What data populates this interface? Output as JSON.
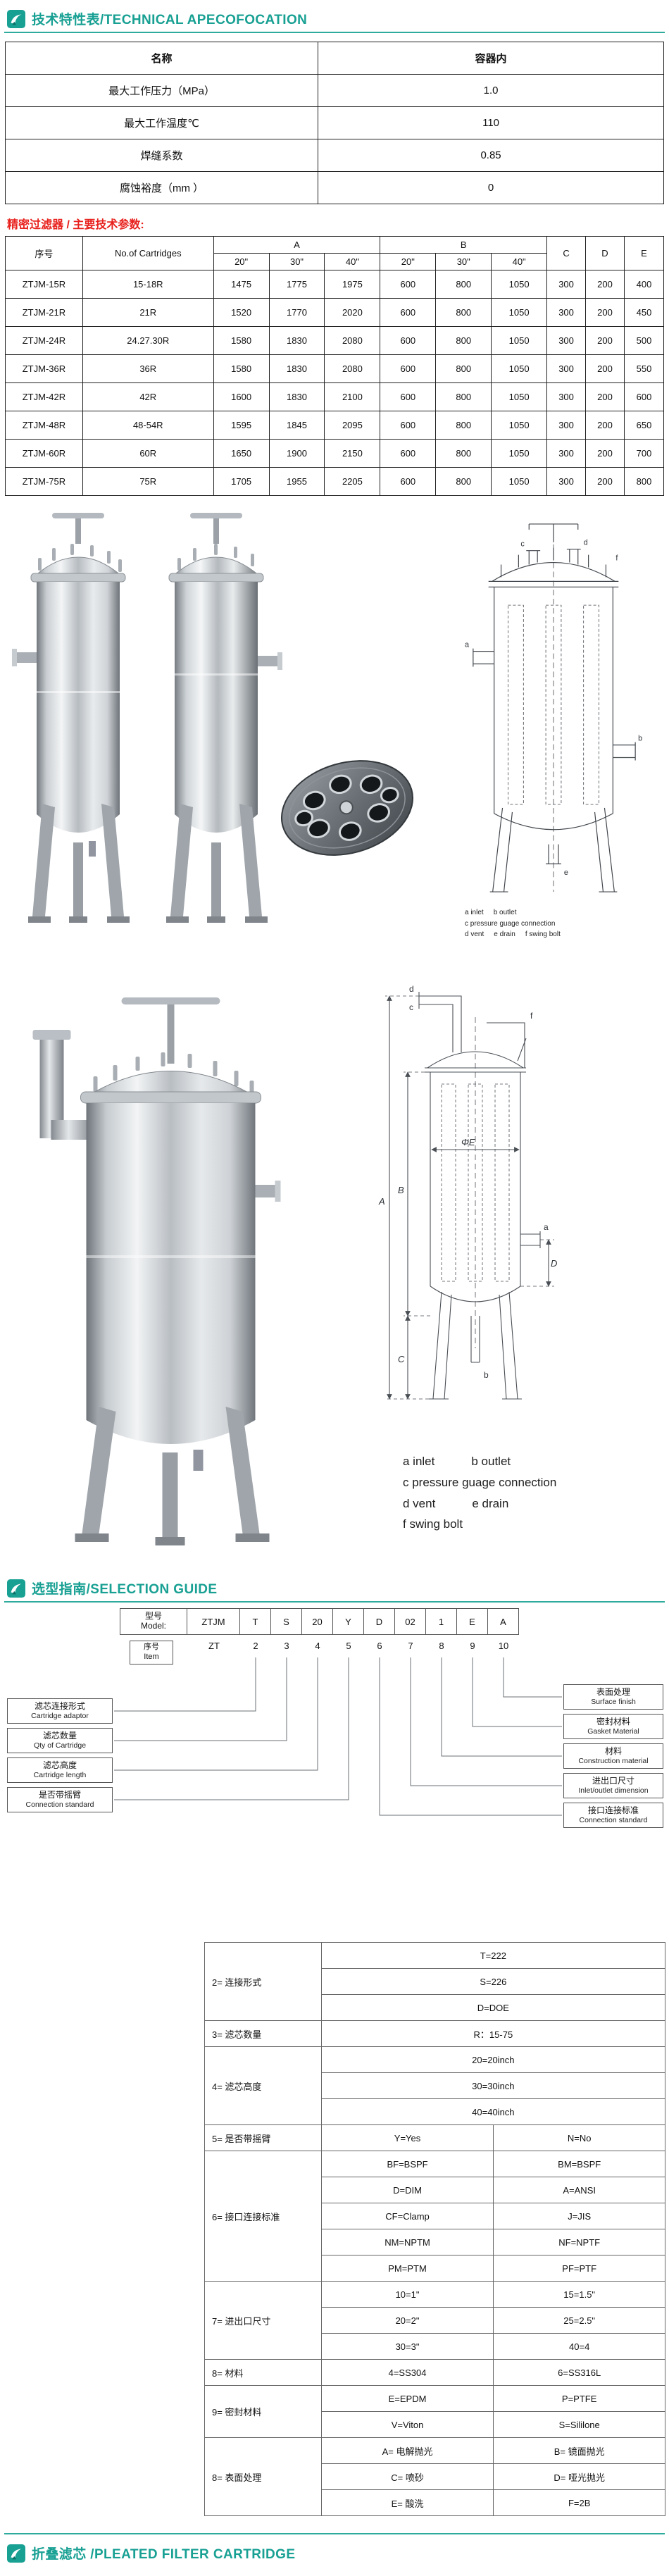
{
  "sections": {
    "tech_title": "技术特性表/TECHNICAL APECOFOCATION",
    "selection_title": "选型指南/SELECTION GUIDE",
    "pleated_title": "折叠滤芯 /PLEATED FILTER CARTRIDGE"
  },
  "spec": {
    "rows": [
      [
        "名称",
        "容器内"
      ],
      [
        "最大工作压力（MPa）",
        "1.0"
      ],
      [
        "最大工作温度℃",
        "110"
      ],
      [
        "焊缝系数",
        "0.85"
      ],
      [
        "腐蚀裕度（mm ）",
        "0"
      ]
    ]
  },
  "params_heading": "精密过滤器 / 主要技术参数:",
  "params": {
    "h_serial": "序号",
    "h_cartridges": "No.of Cartridges",
    "h_A": "A",
    "h_B": "B",
    "h_C": "C",
    "h_D": "D",
    "h_E": "E",
    "sub": [
      "20\"",
      "30\"",
      "40\"",
      "20\"",
      "30\"",
      "40\""
    ],
    "rows": [
      [
        "ZTJM-15R",
        "15-18R",
        "1475",
        "1775",
        "1975",
        "600",
        "800",
        "1050",
        "300",
        "200",
        "400"
      ],
      [
        "ZTJM-21R",
        "21R",
        "1520",
        "1770",
        "2020",
        "600",
        "800",
        "1050",
        "300",
        "200",
        "450"
      ],
      [
        "ZTJM-24R",
        "24.27.30R",
        "1580",
        "1830",
        "2080",
        "600",
        "800",
        "1050",
        "300",
        "200",
        "500"
      ],
      [
        "ZTJM-36R",
        "36R",
        "1580",
        "1830",
        "2080",
        "600",
        "800",
        "1050",
        "300",
        "200",
        "550"
      ],
      [
        "ZTJM-42R",
        "42R",
        "1600",
        "1830",
        "2100",
        "600",
        "800",
        "1050",
        "300",
        "200",
        "600"
      ],
      [
        "ZTJM-48R",
        "48-54R",
        "1595",
        "1845",
        "2095",
        "600",
        "800",
        "1050",
        "300",
        "200",
        "650"
      ],
      [
        "ZTJM-60R",
        "60R",
        "1650",
        "1900",
        "2150",
        "600",
        "800",
        "1050",
        "300",
        "200",
        "700"
      ],
      [
        "ZTJM-75R",
        "75R",
        "1705",
        "1955",
        "2205",
        "600",
        "800",
        "1050",
        "300",
        "200",
        "800"
      ]
    ]
  },
  "drawings": {
    "ports": {
      "a": "a",
      "b": "b",
      "c": "c",
      "d": "d",
      "e": "e",
      "f": "f"
    },
    "dims": {
      "A": "A",
      "B": "B",
      "C": "C",
      "D": "D",
      "E": "ΦE"
    },
    "legend": {
      "a": "a inlet",
      "b": "b outlet",
      "c": "c pressure guage connection",
      "d": "d vent",
      "e": "e drain",
      "f": "f swing bolt"
    }
  },
  "model": {
    "model_label": "型号",
    "model_label2": "Model:",
    "item_label": "序号",
    "item_label2": "Item",
    "codes": [
      "ZTJM",
      "T",
      "S",
      "20",
      "Y",
      "D",
      "02",
      "1",
      "E",
      "A"
    ],
    "items": [
      "ZT",
      "2",
      "3",
      "4",
      "5",
      "6",
      "7",
      "8",
      "9",
      "10"
    ],
    "left_boxes": [
      {
        "zh": "滤芯连接形式",
        "en": "Cartridge adaptor"
      },
      {
        "zh": "滤芯数量",
        "en": "Qty of Cartridge"
      },
      {
        "zh": "滤芯高度",
        "en": "Cartridge length"
      },
      {
        "zh": "是否带摇臂",
        "en": "Connection standard"
      }
    ],
    "right_boxes": [
      {
        "zh": "表面处理",
        "en": "Surface finish"
      },
      {
        "zh": "密封材料",
        "en": "Gasket Material"
      },
      {
        "zh": "材料",
        "en": "Construction material"
      },
      {
        "zh": "进出口尺寸",
        "en": "Inlet/outlet dimension"
      },
      {
        "zh": "接口连接标准",
        "en": "Connection standard"
      }
    ]
  },
  "code": {
    "groups": [
      {
        "label": "2= 连接形式",
        "rows": [
          [
            "T=222"
          ],
          [
            "S=226"
          ],
          [
            "D=DOE"
          ]
        ]
      },
      {
        "label": "3= 滤芯数量",
        "rows": [
          [
            "R：15-75"
          ]
        ]
      },
      {
        "label": "4= 滤芯高度",
        "rows": [
          [
            "20=20inch"
          ],
          [
            "30=30inch"
          ],
          [
            "40=40inch"
          ]
        ]
      },
      {
        "label": "5= 是否带摇臂",
        "rows": [
          [
            "Y=Yes",
            "N=No"
          ]
        ]
      },
      {
        "label": "6= 接口连接标准",
        "rows": [
          [
            "BF=BSPF",
            "BM=BSPF"
          ],
          [
            "D=DIM",
            "A=ANSI"
          ],
          [
            "CF=Clamp",
            "J=JIS"
          ],
          [
            "NM=NPTM",
            "NF=NPTF"
          ],
          [
            "PM=PTM",
            "PF=PTF"
          ]
        ]
      },
      {
        "label": "7= 进出口尺寸",
        "rows": [
          [
            "10=1\"",
            "15=1.5\""
          ],
          [
            "20=2\"",
            "25=2.5\""
          ],
          [
            "30=3\"",
            "40=4"
          ]
        ]
      },
      {
        "label": "8= 材料",
        "rows": [
          [
            "4=SS304",
            "6=SS316L"
          ]
        ]
      },
      {
        "label": "9= 密封材料",
        "rows": [
          [
            "E=EPDM",
            "P=PTFE"
          ],
          [
            "V=Viton",
            "S=Sililone"
          ]
        ]
      },
      {
        "label": "8= 表面处理",
        "rows": [
          [
            "A= 电解抛光",
            "B= 镜面抛光"
          ],
          [
            "C= 喷砂",
            "D= 哑光抛光"
          ],
          [
            "E= 酸洗",
            "F=2B"
          ]
        ]
      }
    ]
  }
}
